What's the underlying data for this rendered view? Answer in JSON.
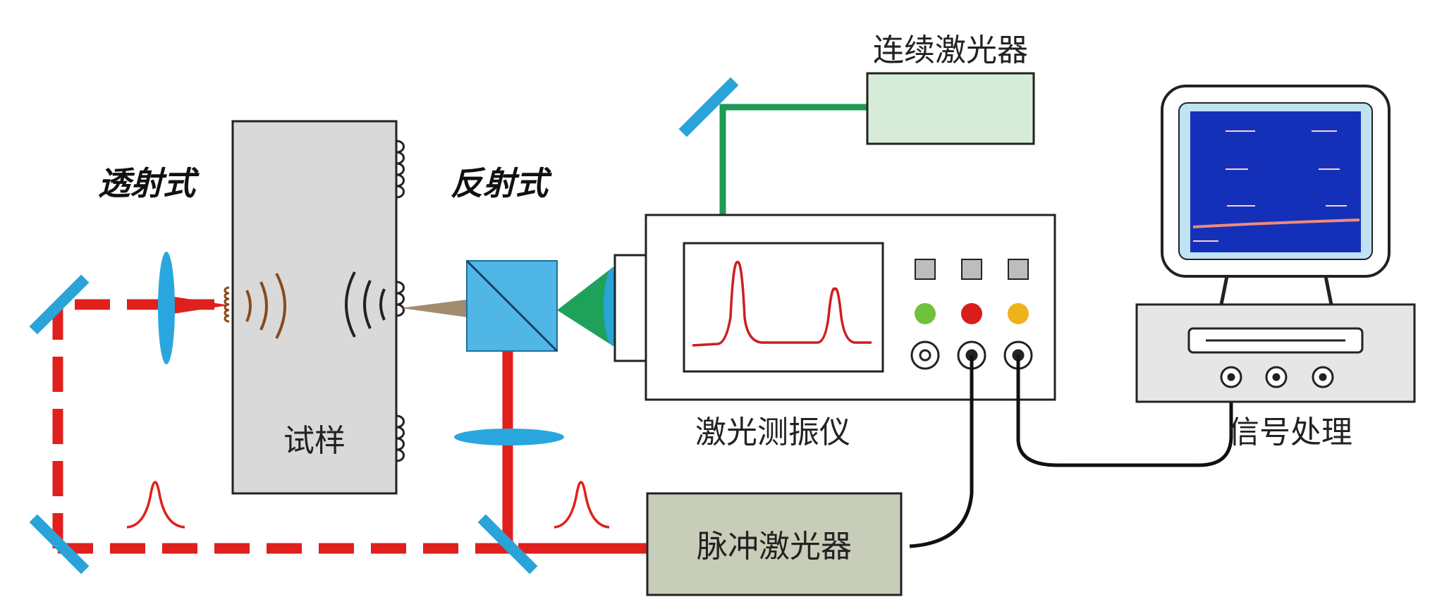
{
  "labels": {
    "transmission_mode": "透射式",
    "reflection_mode": "反射式",
    "specimen": "试样",
    "cw_laser": "连续激光器",
    "vibrometer": "激光测振仪",
    "signal_processing": "信号处理",
    "pulse_laser": "脉冲激光器"
  },
  "colors": {
    "pulse_beam": "#e0201c",
    "cw_beam": "#1e9a55",
    "mirror": "#2aa3d8",
    "lens": "#2aa6de",
    "beam_splitter": "#4fb6e6",
    "specimen_fill": "#d9d9d9",
    "cw_laser_fill": "#d6ecd9",
    "pulse_laser_fill": "#c8cdb9",
    "monitor_screen": "#1530b8",
    "led_green": "#6fc23a",
    "led_red": "#d91c1c",
    "led_yellow": "#f0b21a",
    "waveform": "#cc1f1f"
  },
  "icons": {
    "mirrors": "mirror-icon",
    "lenses": "lens-icon",
    "splitter": "beam-splitter-icon",
    "monitor": "monitor-icon",
    "pulse_shape": "gaussian-pulse-icon",
    "waves": "ultrasonic-wave-icon"
  }
}
